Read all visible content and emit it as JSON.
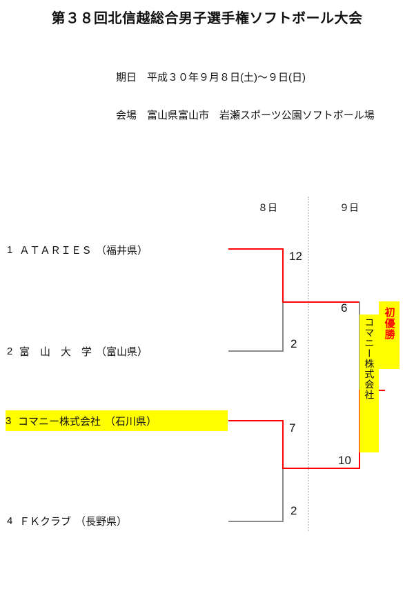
{
  "header": {
    "title": "第３８回北信越総合男子選手権ソフトボール大会",
    "date_line": "期日　平成３０年９月８日(土)～９日(日)",
    "venue_line": "会場　富山県富山市　岩瀬スポーツ公園ソフトボール場"
  },
  "bracket": {
    "day_headers": [
      {
        "label": "８日"
      },
      {
        "label": "９日"
      }
    ],
    "teams": [
      {
        "seed": "1",
        "name": "ＡＴＡＲＩＥＳ",
        "prefecture": "（福井県）",
        "highlight": false
      },
      {
        "seed": "2",
        "name": "富　山　大　学",
        "prefecture": "（富山県）",
        "highlight": false
      },
      {
        "seed": "3",
        "name": "コマニー株式会社",
        "prefecture": "（石川県）",
        "highlight": true
      },
      {
        "seed": "4",
        "name": "ＦＫクラブ",
        "prefecture": "（長野県）",
        "highlight": false
      }
    ],
    "scores": {
      "match1_top": "12",
      "match1_bottom": "2",
      "match2_top": "7",
      "match2_bottom": "2",
      "final_top": "6",
      "final_bottom": "10"
    },
    "champion": {
      "name": "コマニー株式会社",
      "badge": "初優勝"
    },
    "colors": {
      "winner_line": "#ff0000",
      "loser_line": "#8a8a8a",
      "highlight": "#ffff00",
      "badge_text": "#ff0000"
    }
  }
}
